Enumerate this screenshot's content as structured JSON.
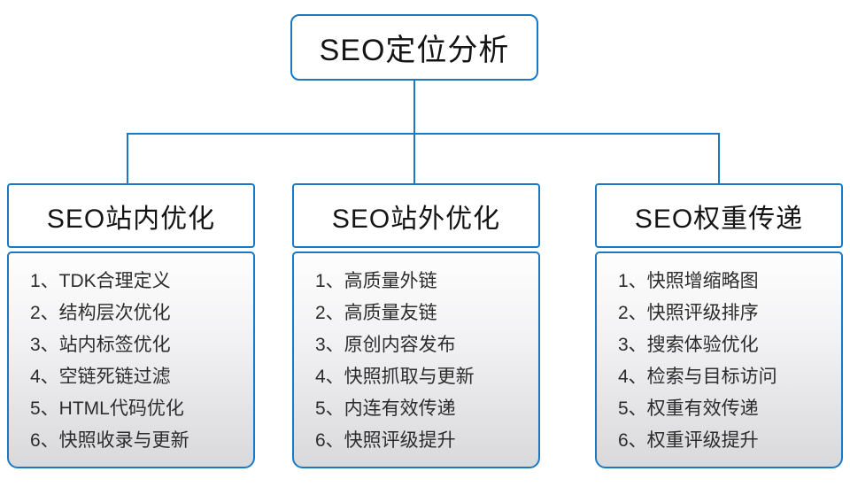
{
  "colors": {
    "accent_blue": "#1a79c4",
    "panel_gradient_top": "#fefefe",
    "panel_gradient_bottom": "#d9d9db",
    "text_dark": "#141414"
  },
  "root": {
    "label": "SEO定位分析"
  },
  "columns": [
    {
      "title": "SEO站内优化",
      "items": [
        "1、TDK合理定义",
        "2、结构层次优化",
        "3、站内标签优化",
        "4、空链死链过滤",
        "5、HTML代码优化",
        "6、快照收录与更新"
      ]
    },
    {
      "title": "SEO站外优化",
      "items": [
        "1、高质量外链",
        "2、高质量友链",
        "3、原创内容发布",
        "4、快照抓取与更新",
        "5、内连有效传递",
        "6、快照评级提升"
      ]
    },
    {
      "title": "SEO权重传递",
      "items": [
        "1、快照增缩略图",
        "2、快照评级排序",
        "3、搜索体验优化",
        "4、检索与目标访问",
        "5、权重有效传递",
        "6、权重评级提升"
      ]
    }
  ]
}
